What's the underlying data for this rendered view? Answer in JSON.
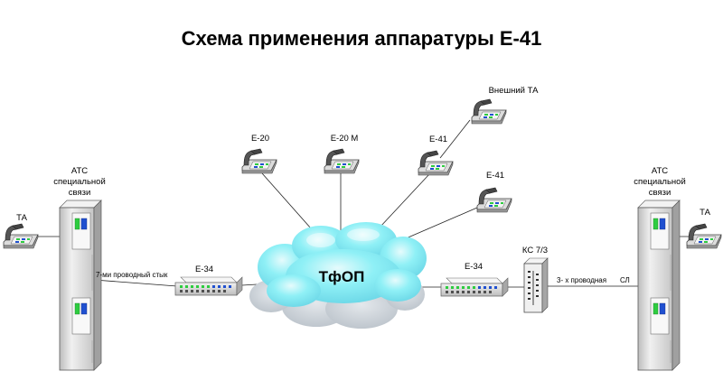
{
  "title": "Схема применения аппаратуры Е-41",
  "cloud_label": "ТфОП",
  "left_exchange": {
    "label_line1": "АТС",
    "label_line2": "специальной",
    "label_line3": "связи"
  },
  "right_exchange": {
    "label_line1": "АТС",
    "label_line2": "специальной",
    "label_line3": "связи"
  },
  "left_phone_label": "ТА",
  "right_phone_label": "ТА",
  "cloud_phones": {
    "e20": "Е-20",
    "e20m": "Е-20 М",
    "e41_top": "Е-41",
    "e41_bottom": "Е-41",
    "external": "Внешний ТА"
  },
  "left_modem_label": "Е-34",
  "right_modem_label": "Е-34",
  "ks_label": "КС 7/3",
  "links": {
    "seven_wire": "7-ми проводный стык",
    "three_wire": "3- х проводная",
    "sl": "СЛ"
  },
  "colors": {
    "cloud_fill": "#7fe8f0",
    "cloud_highlight": "#c8f7fa",
    "cloud_shadow": "#c0c8d0",
    "device_body": "#e8e8e8",
    "device_edge": "#808080",
    "indicator_green": "#2ecc40",
    "indicator_blue": "#2050d0"
  }
}
